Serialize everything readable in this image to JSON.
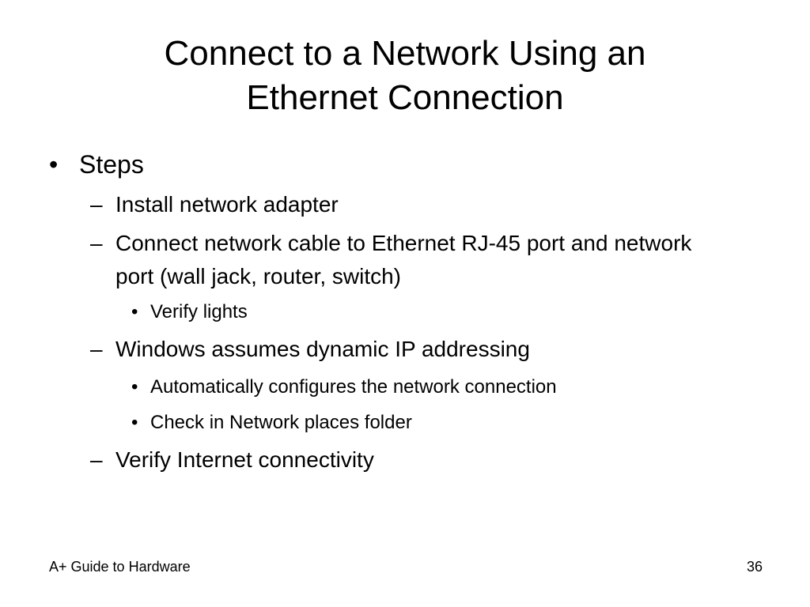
{
  "slide": {
    "title_line1": "Connect to a Network Using an",
    "title_line2": "Ethernet Connection",
    "bullets": {
      "b1": {
        "marker": "•",
        "text": "Steps"
      },
      "b2": {
        "marker": "–",
        "text": "Install network adapter"
      },
      "b3": {
        "marker": "–",
        "text": "Connect network cable to Ethernet RJ-45 port and network port (wall jack, router, switch)"
      },
      "b4": {
        "marker": "•",
        "text": "Verify lights"
      },
      "b5": {
        "marker": "–",
        "text": "Windows assumes dynamic IP addressing"
      },
      "b6": {
        "marker": "•",
        "text": "Automatically configures the network connection"
      },
      "b7": {
        "marker": "•",
        "text": "Check in Network places folder"
      },
      "b8": {
        "marker": "–",
        "text": "Verify Internet connectivity"
      }
    },
    "footer": {
      "left": "A+ Guide to Hardware",
      "page_number": "36"
    }
  }
}
